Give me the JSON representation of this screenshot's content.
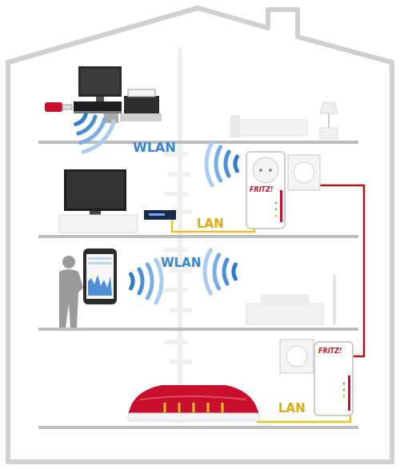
{
  "diagram": {
    "labels": [
      "WLAN",
      "LAN",
      "WLAN",
      "LAN",
      "FRITZ!",
      "FRITZ!"
    ]
  }
}
